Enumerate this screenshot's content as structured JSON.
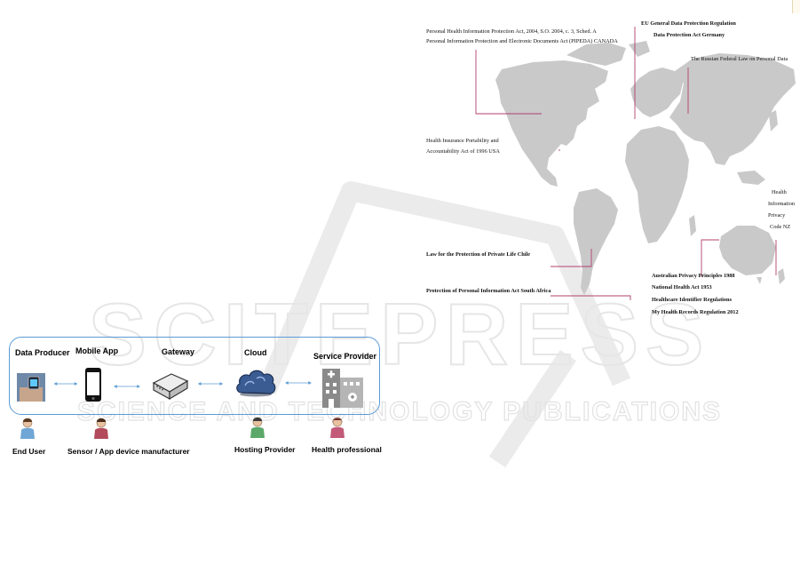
{
  "watermark": {
    "line1": "SCITEPRESS",
    "line2": "SCIENCE AND TECHNOLOGY PUBLICATIONS"
  },
  "ecosystem": {
    "stages": [
      {
        "label": "Data Producer",
        "icon": "smartwatch-icon"
      },
      {
        "label": "Mobile App",
        "icon": "smartphone-icon"
      },
      {
        "label": "Gateway",
        "icon": "router-icon"
      },
      {
        "label": "Cloud",
        "icon": "cloud-icon"
      },
      {
        "label": "Service Provider",
        "icon": "hospital-icon"
      }
    ],
    "actors": [
      {
        "label": "End User"
      },
      {
        "label": "Sensor / App device manufacturer"
      },
      {
        "label": "Hosting Provider"
      },
      {
        "label": "Health professional"
      }
    ]
  },
  "world_map": {
    "laws": {
      "canada_1": "Personal Health Information Protection Act, 2004, S.O. 2004, c. 3, Sched. A",
      "canada_2": "Personal Information Protection and Electronic Documents Act (PIPEDA) CANADA",
      "usa_1": "Health Insurance Portability and",
      "usa_2": "Accountability Act of 1996 USA",
      "eu_1": "EU General Data Protection Regulation",
      "eu_2": "Data Protection Act Germany",
      "russia": "The Russian Federal Law on Personal Data",
      "nz_1": "Health",
      "nz_2": "Information",
      "nz_3": "Privacy",
      "nz_4": "Code NZ",
      "chile": "Law for the Protection of Private Life Chile",
      "south_africa": "Protection of Personal Information Act South Africa",
      "australia_1": "Australian Privacy Principles 1988",
      "australia_2": "National Health Act 1953",
      "australia_3": "Healthcare Identifier Regulations",
      "australia_4": "My Health Records Regulation 2012"
    },
    "colors": {
      "land": "#c9c9c9",
      "leader": "#b0406e"
    }
  }
}
